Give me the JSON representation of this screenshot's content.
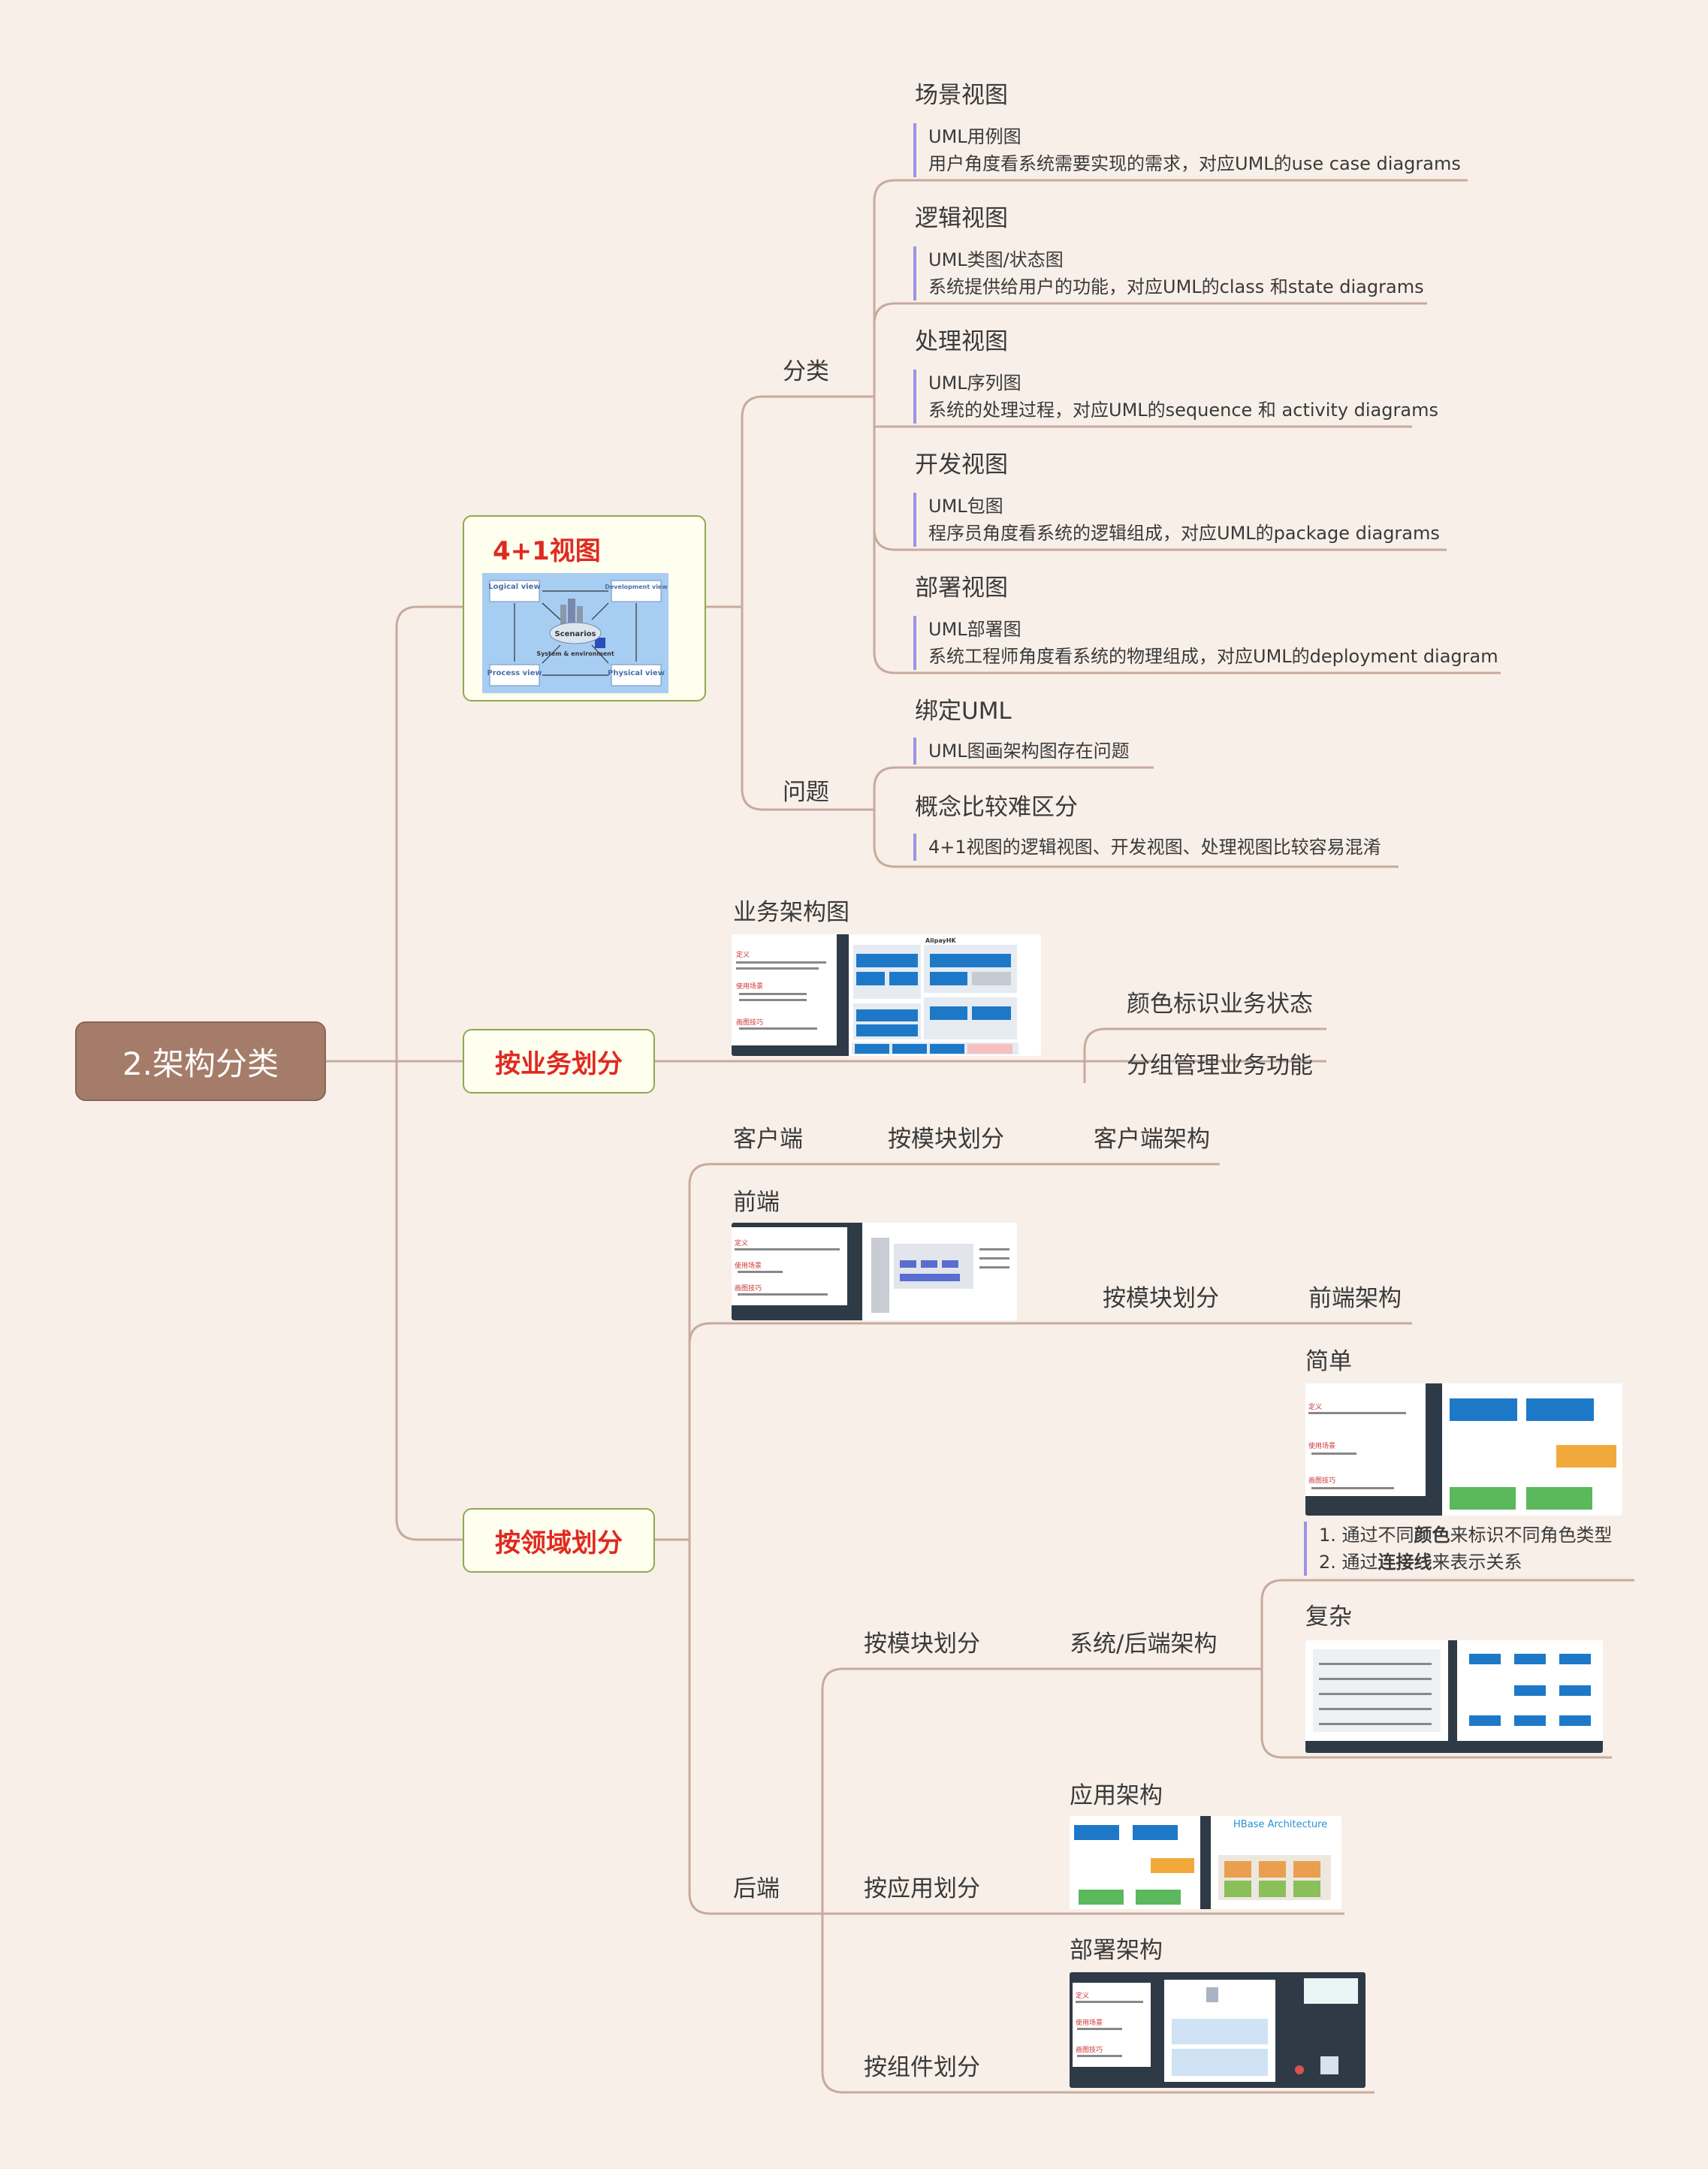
{
  "root": "2.架构分类",
  "views": {
    "title": "4+1视图",
    "diagram": {
      "logical": "Logical view",
      "development": "Development view",
      "scenarios": "Scenarios",
      "process": "Process view",
      "physical": "Physical view",
      "system": "System & environment"
    },
    "classify": "分类",
    "items": [
      {
        "title": "场景视图",
        "lines": [
          "UML用例图",
          "用户角度看系统需要实现的需求，对应UML的use case diagrams"
        ]
      },
      {
        "title": "逻辑视图",
        "lines": [
          "UML类图/状态图",
          "系统提供给用户的功能，对应UML的class 和state diagrams"
        ]
      },
      {
        "title": "处理视图",
        "lines": [
          "UML序列图",
          "系统的处理过程，对应UML的sequence 和 activity diagrams"
        ]
      },
      {
        "title": "开发视图",
        "lines": [
          "UML包图",
          "程序员角度看系统的逻辑组成，对应UML的package diagrams"
        ]
      },
      {
        "title": "部署视图",
        "lines": [
          "UML部署图",
          "系统工程师角度看系统的物理组成，对应UML的deployment diagram"
        ]
      }
    ],
    "issues": "问题",
    "issue_items": [
      {
        "title": "绑定UML",
        "lines": [
          "UML图画架构图存在问题"
        ]
      },
      {
        "title": "概念比较难区分",
        "lines": [
          "4+1视图的逻辑视图、开发视图、处理视图比较容易混淆"
        ]
      }
    ]
  },
  "business": {
    "title": "按业务划分",
    "diagram_label": "业务架构图",
    "thumb_title": "AlipayHK",
    "children": [
      "颜色标识业务状态",
      "分组管理业务功能"
    ]
  },
  "domain": {
    "title": "按领域划分",
    "client": {
      "label": "客户端",
      "by_module": "按模块划分",
      "arch": "客户端架构"
    },
    "frontend": {
      "label": "前端",
      "by_module": "按模块划分",
      "arch": "前端架构"
    },
    "backend": {
      "label": "后端",
      "by_module": "按模块划分",
      "system_arch": "系统/后端架构",
      "simple": "简单",
      "simple_notes": [
        {
          "pre": "1. 通过不同",
          "bold": "颜色",
          "post": "来标识不同角色类型"
        },
        {
          "pre": "2. 通过",
          "bold": "连接线",
          "post": "来表示关系"
        }
      ],
      "complex": "复杂",
      "by_application": "按应用划分",
      "app_arch": "应用架构",
      "hbase_title": "HBase Architecture",
      "by_component": "按组件划分",
      "deploy_arch": "部署架构"
    }
  },
  "colors": {
    "background": "#f8efe8",
    "edge": "#c7ab9e",
    "root": "#a57c6a",
    "main_border": "#8caa4e",
    "main_text": "#e02a20",
    "note_bar": "#9b94e6"
  }
}
